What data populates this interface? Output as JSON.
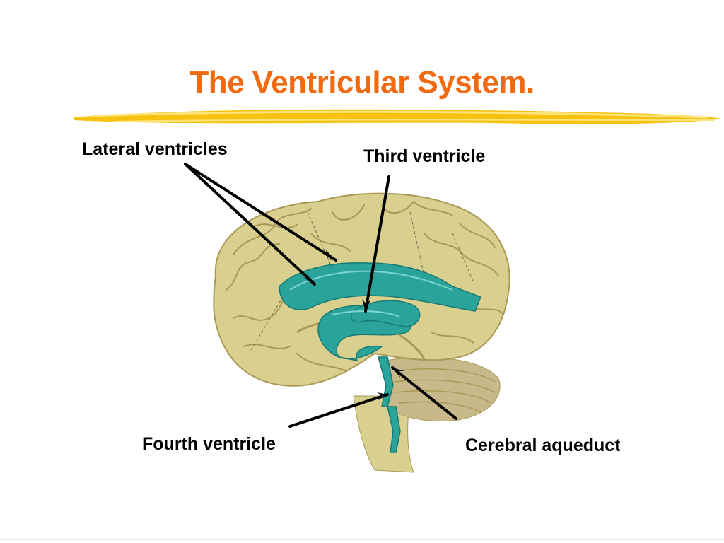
{
  "slide": {
    "title": "The Ventricular System.",
    "colors": {
      "title": "#f26a10",
      "stroke_yellow": "#f7c20f",
      "stroke_light": "#fde47a",
      "ventricle": "#2aa39a",
      "ventricle_dark": "#167a72",
      "brain": "#d9cf8e",
      "brain_shadow": "#a89a55",
      "cerebellum": "#c8b98a",
      "arrow": "#000000"
    }
  },
  "labels": {
    "lateral": "Lateral ventricles",
    "third": "Third ventricle",
    "fourth": "Fourth ventricle",
    "aqueduct": "Cerebral aqueduct"
  }
}
